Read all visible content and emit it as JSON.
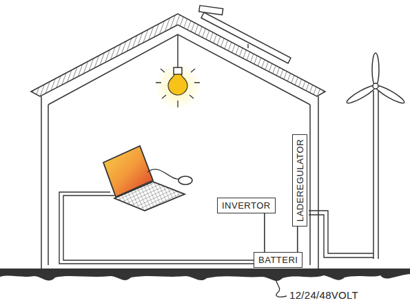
{
  "diagram": {
    "nodes": [
      {
        "text": [
          "LADEREGULATOR"
        ]
      },
      {
        "text": [
          "INVERTOR"
        ]
      },
      {
        "text": [
          "BATTERI"
        ]
      }
    ],
    "edges": [
      {
        "from": 0,
        "to": 2,
        "arrow": "none"
      },
      {
        "from": 1,
        "to": 2,
        "arrow": "none"
      }
    ],
    "labels": [
      "12/24/48VOLT"
    ]
  }
}
